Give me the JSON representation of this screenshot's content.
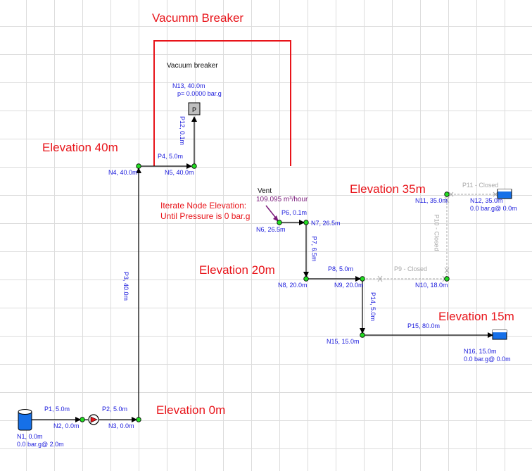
{
  "annotations": {
    "vacuum_breaker_title": "Vacumm Breaker",
    "elevation_40": "Elevation 40m",
    "elevation_35": "Elevation 35m",
    "elevation_20": "Elevation 20m",
    "elevation_15": "Elevation 15m",
    "elevation_0": "Elevation 0m",
    "iterate_line1": "Iterate Node Elevation:",
    "iterate_line2": "Until Pressure is 0 bar.g"
  },
  "components": {
    "vacuum_breaker_label": "Vacuum breaker",
    "vacuum_breaker_glyph": "P",
    "vent_label": "Vent",
    "vent_flow": "109.095 m³/hour"
  },
  "nodes": {
    "n1_line1": "N1, 0.0m",
    "n1_line2": "0.0 bar.g@ 2.0m",
    "n2": "N2, 0.0m",
    "n3": "N3, 0.0m",
    "n4": "N4, 40.0m",
    "n5": "N5, 40.0m",
    "n6": "N6, 26.5m",
    "n7": "N7, 26.5m",
    "n8": "N8, 20.0m",
    "n9": "N9, 20.0m",
    "n10": "N10, 18.0m",
    "n11": "N11, 35.0m",
    "n12_line1": "N12, 35.0m",
    "n12_line2": "0.0 bar.g@ 0.0m",
    "n13_line1": "N13, 40.0m",
    "n13_line2": "p= 0.0000 bar.g",
    "n15": "N15, 15.0m",
    "n16_line1": "N16, 15.0m",
    "n16_line2": "0.0 bar.g@ 0.0m"
  },
  "pipes": {
    "p1": "P1, 5.0m",
    "p2": "P2, 5.0m",
    "p3": "P3, 40.0m",
    "p4": "P4, 5.0m",
    "p6": "P6, 0.1m",
    "p7": "P7, 6.5m",
    "p8": "P8, 5.0m",
    "p9": "P9 - Closed",
    "p10": "P10 - Closed",
    "p11": "P11 - Closed",
    "p12": "P12, 0.1m",
    "p14": "P14, 5.0m",
    "p15": "P15, 80.0m"
  },
  "colors": {
    "annotation": "#e8141a",
    "label": "#1a1adc",
    "closed": "#a8a8a8",
    "node_fill": "#22dd22",
    "tank_fill": "#1670e8"
  }
}
